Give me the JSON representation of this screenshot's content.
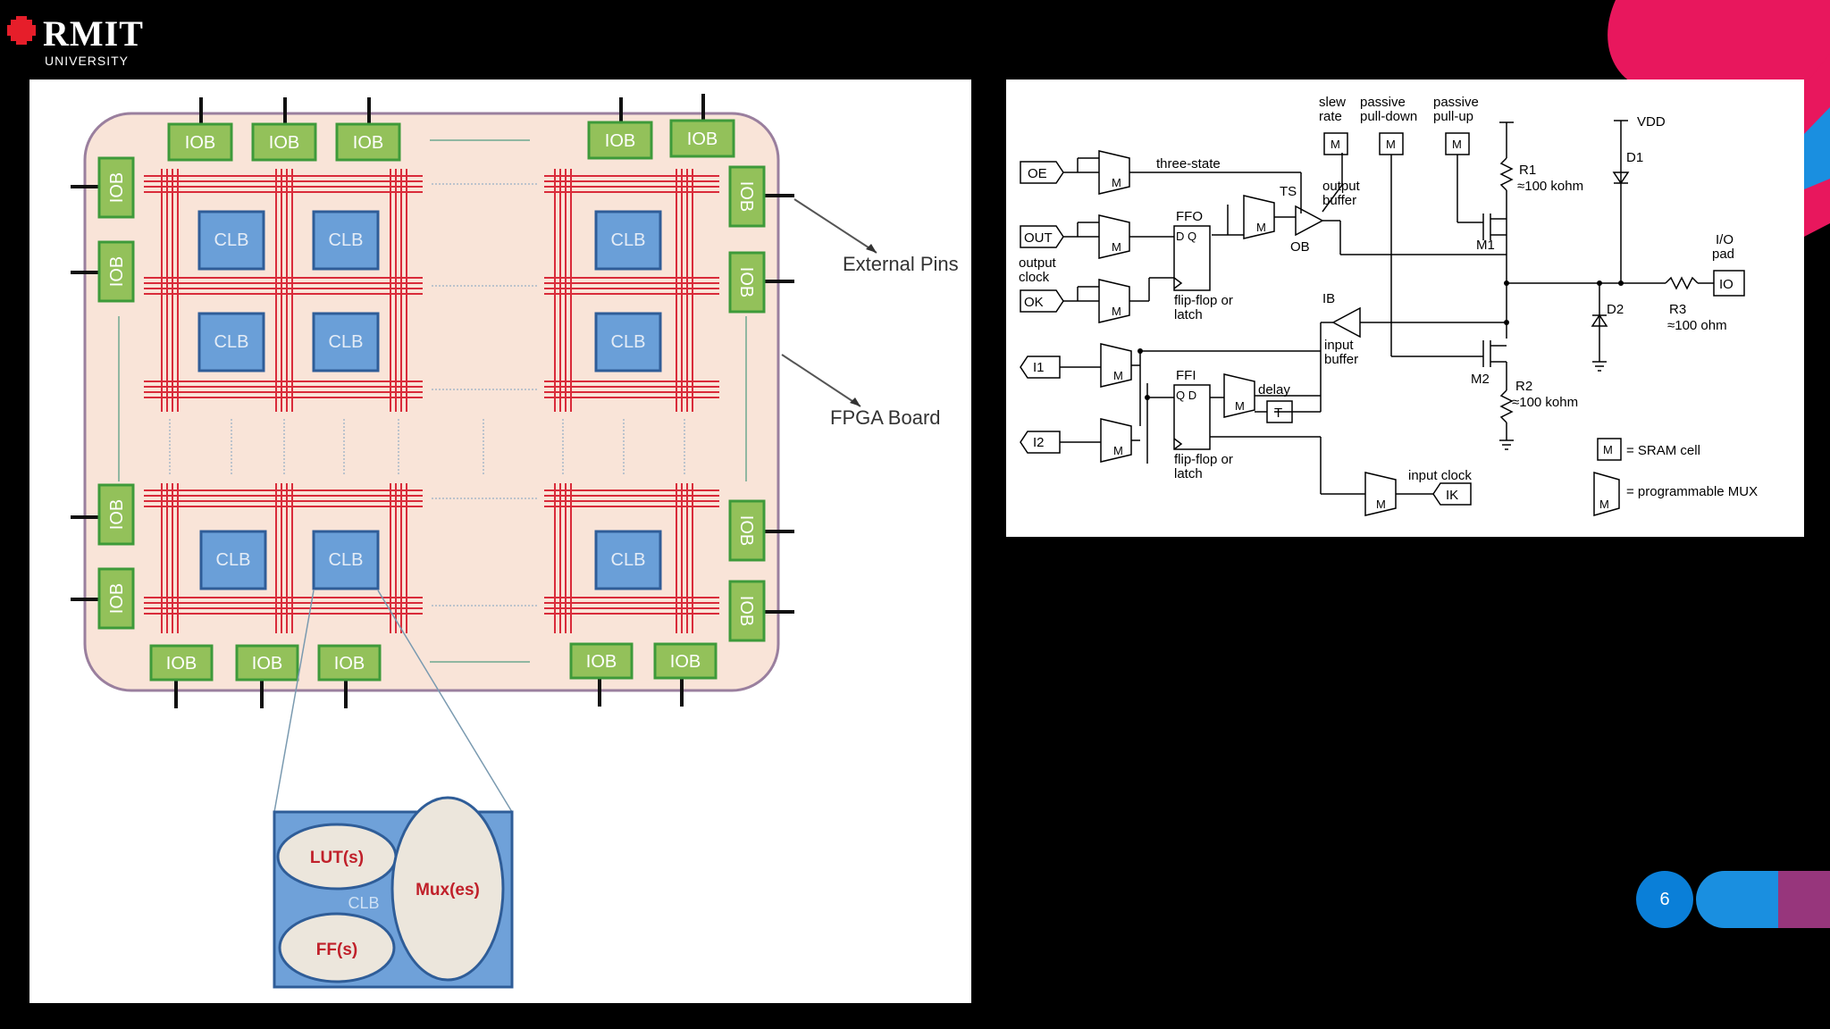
{
  "logo": {
    "word": "RMIT",
    "sub": "UNIVERSITY"
  },
  "page_number": "6",
  "fpga": {
    "iob": "IOB",
    "clb": "CLB",
    "external_pins": "External Pins",
    "fpga_board": "FPGA Board",
    "inset": {
      "lut": "LUT(s)",
      "ff": "FF(s)",
      "mux": "Mux(es)",
      "clb": "CLB"
    }
  },
  "iob_circuit": {
    "slew_rate_1": "slew",
    "slew_rate_2": "rate",
    "pd_1": "passive",
    "pd_2": "pull-down",
    "pu_1": "passive",
    "pu_2": "pull-up",
    "vdd": "VDD",
    "oe": "OE",
    "out": "OUT",
    "ok": "OK",
    "i1": "I1",
    "i2": "I2",
    "ik": "IK",
    "io": "IO",
    "output_clock_1": "output",
    "output_clock_2": "clock",
    "three_state": "three-state",
    "ts": "TS",
    "ob": "OB",
    "ib": "IB",
    "output_buffer_1": "output",
    "output_buffer_2": "buffer",
    "input_buffer_1": "input",
    "input_buffer_2": "buffer",
    "ffo": "FFO",
    "ffi": "FFI",
    "dq": "D Q",
    "qd": "Q D",
    "ff_latch_1": "flip-flop or",
    "ff_latch_2": "latch",
    "delay": "delay",
    "t": "T",
    "m": "M",
    "r1": "R1",
    "r1_val": "≈100 kohm",
    "r2": "R2",
    "r2_val": "≈100 kohm",
    "r3": "R3",
    "r3_val": "≈100 ohm",
    "m1": "M1",
    "m2": "M2",
    "d1": "D1",
    "d2": "D2",
    "io_pad_1": "I/O",
    "io_pad_2": "pad",
    "input_clock": "input clock",
    "legend_sram": "= SRAM cell",
    "legend_mux": "= programmable MUX"
  }
}
